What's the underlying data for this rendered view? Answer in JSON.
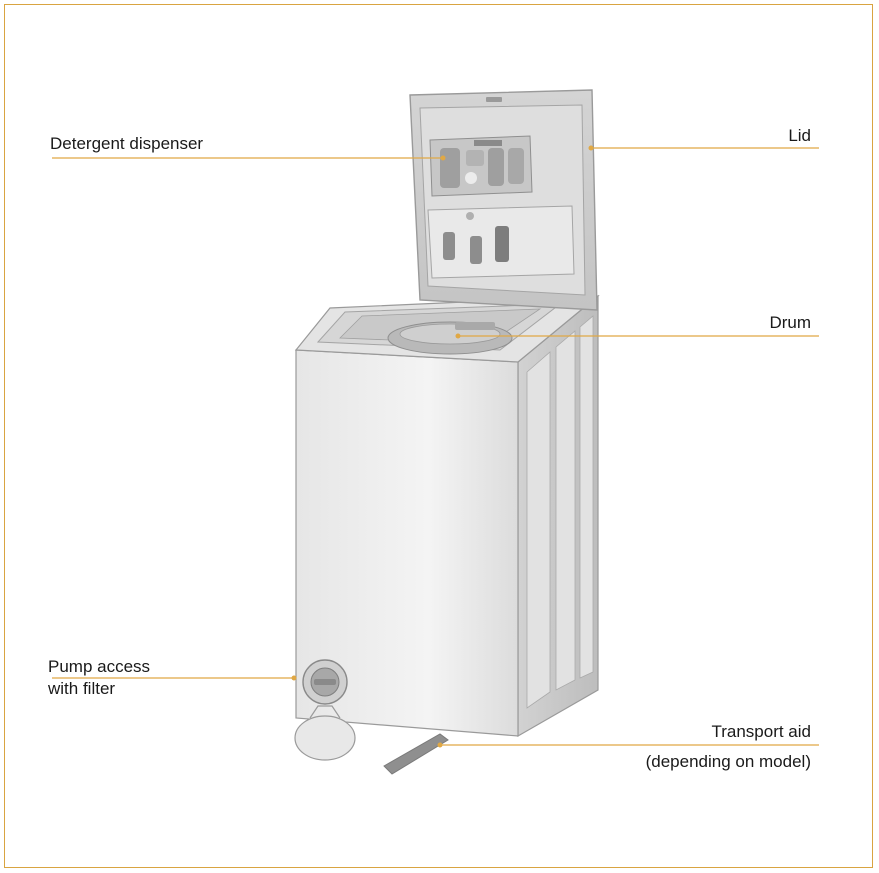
{
  "labels": {
    "detergent": "Detergent dispenser",
    "lid": "Lid",
    "drum": "Drum",
    "pump_line1": "Pump access",
    "pump_line2": "with filter",
    "transport_line1": "Transport aid",
    "transport_line2": "(depending on model)"
  },
  "colors": {
    "frame": "#d9a441",
    "leader": "#e0a845",
    "body": "#ececec",
    "outline": "#9a9a9a"
  }
}
